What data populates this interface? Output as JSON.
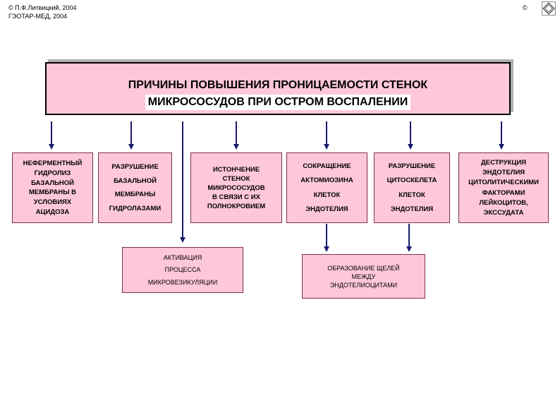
{
  "header": {
    "copyright_line1": "© П.Ф.Литвицкий, 2004",
    "copyright_line2": "ГЭОТАР-МЕД, 2004",
    "copyright_symbol": "©"
  },
  "title": {
    "line1": "ПРИЧИНЫ ПОВЫШЕНИЯ ПРОНИЦАЕМОСТИ СТЕНОК",
    "line2": "МИКРОСОСУДОВ ПРИ ОСТРОМ ВОСПАЛЕНИИ"
  },
  "boxes": [
    {
      "lines": [
        "НЕФЕРМЕНТНЫЙ",
        "ГИДРОЛИЗ",
        "БАЗАЛЬНОЙ",
        "МЕМБРАНЫ В",
        "УСЛОВИЯХ",
        "АЦИДОЗА"
      ]
    },
    {
      "lines": [
        "РАЗРУШЕНИЕ",
        "БАЗАЛЬНОЙ",
        "МЕМБРАНЫ",
        "ГИДРОЛАЗАМИ"
      ]
    },
    {
      "lines": [
        "ИСТОНЧЕНИЕ",
        "СТЕНОК",
        "МИКРОСОСУДОВ",
        "В СВЯЗИ С ИХ",
        "ПОЛНОКРОВИЕМ"
      ]
    },
    {
      "lines": [
        "СОКРАЩЕНИЕ",
        "АКТОМИОЗИНА",
        "КЛЕТОК",
        "ЭНДОТЕЛИЯ"
      ]
    },
    {
      "lines": [
        "РАЗРУШЕНИЕ",
        "ЦИТОСКЕЛЕТА",
        "КЛЕТОК",
        "ЭНДОТЕЛИЯ"
      ]
    },
    {
      "lines": [
        "ДЕСТРУКЦИЯ",
        "ЭНДОТЕЛИЯ",
        "ЦИТОЛИТИЧЕСКИМИ",
        "ФАКТОРАМИ",
        "ЛЕЙКОЦИТОВ,",
        "ЭКССУДАТА"
      ]
    }
  ],
  "lower_boxes": [
    {
      "lines": [
        "АКТИВАЦИЯ",
        "ПРОЦЕССА",
        "МИКРОВЕЗИКУЛЯЦИИ"
      ]
    },
    {
      "lines": [
        "ОБРАЗОВАНИЕ ЩЕЛЕЙ",
        "МЕЖДУ",
        "ЭНДОТЕЛИОЦИТАМИ"
      ]
    }
  ],
  "colors": {
    "box_fill": "#ffc8d8",
    "arrow": "#1a1a6e"
  }
}
